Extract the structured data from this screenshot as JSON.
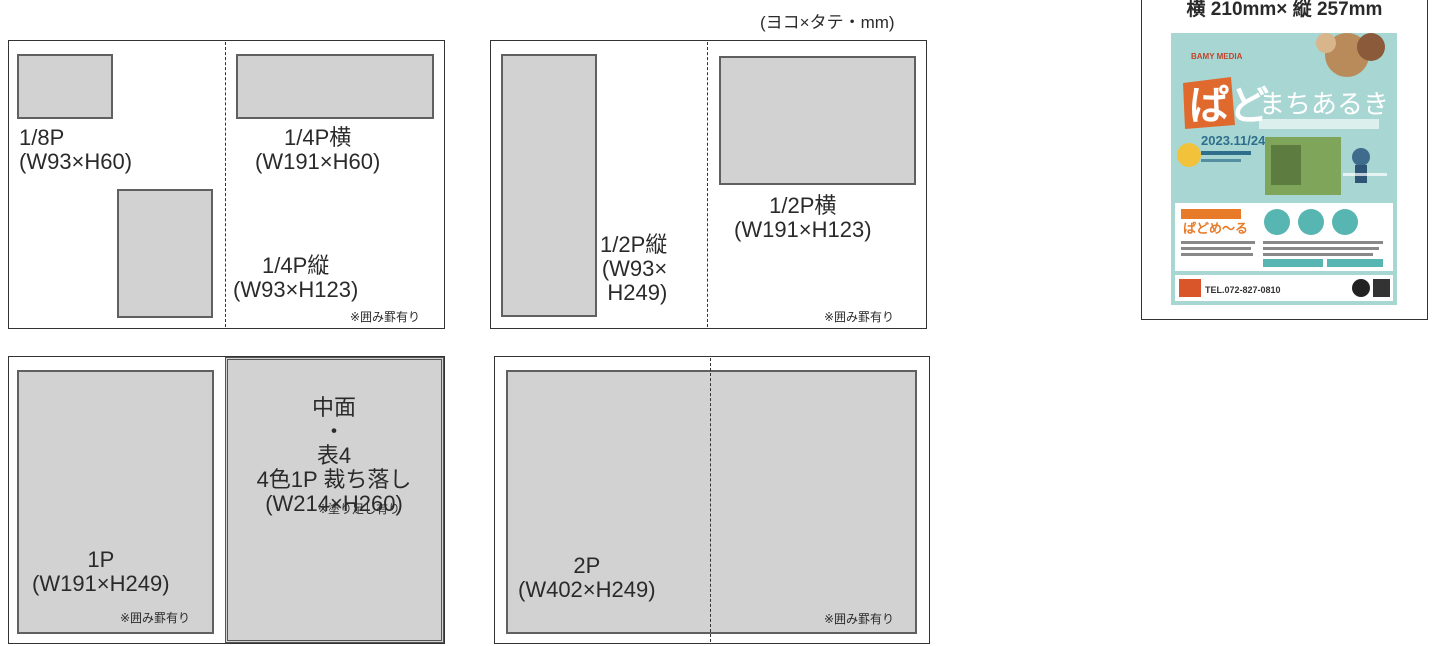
{
  "unit_note": "(ヨコ×タテ・mm)",
  "boxed_rule_note": "※囲み罫有り",
  "layouts": {
    "eighth": "1/8P\n(W93×H60)",
    "quarter_h": "1/4P横\n(W191×H60)",
    "quarter_v": "1/4P縦\n(W93×H123)",
    "half_v": "1/2P縦\n(W93×\nH249)",
    "half_h": "1/2P横\n(W191×H123)",
    "full": "1P\n(W191×H249)",
    "inner": "中面\n・\n表4\n4色1P 裁ち落し\n(W214×H260)",
    "inner_note": "※塗り足し有り",
    "spread": "2P\n(W402×H249)"
  },
  "cover": {
    "size_label": "横 210mm× 縦 257mm",
    "colors": {
      "bg": "#a8d6d3",
      "accent": "#e87b2a",
      "brand": "#d9562a"
    },
    "media": "BAMY MEDIA",
    "logo": "ぱど",
    "headline": "まちあるき",
    "date": "2023.11/24",
    "phone": "TEL.072-827-0810"
  }
}
